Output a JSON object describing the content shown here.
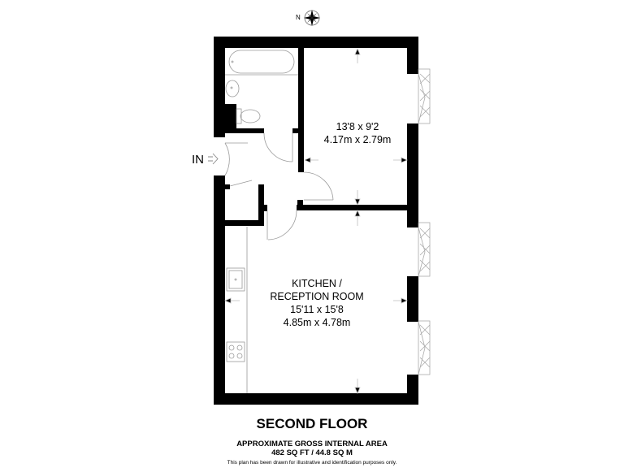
{
  "plan": {
    "floor_title": "SECOND FLOOR",
    "area_heading": "APPROXIMATE GROSS INTERNAL AREA",
    "area_value": "482 SQ FT / 44.8 SQ M",
    "disclaimer": "This plan has been drawn for illustrative and identification purposes only.",
    "entrance_label": "IN",
    "compass_label": "N",
    "wall_color": "#000000",
    "fixture_color": "#9a9a9a"
  },
  "rooms": {
    "bedroom": {
      "dims_imperial": "13'8 x 9'2",
      "dims_metric": "4.17m x 2.79m"
    },
    "kitchen_reception": {
      "name_line1": "KITCHEN /",
      "name_line2": "RECEPTION ROOM",
      "dims_imperial": "15'11 x 15'8",
      "dims_metric": "4.85m x 4.78m"
    },
    "bathroom": {
      "fixtures": [
        "bath",
        "basin",
        "toilet"
      ]
    },
    "kitchen_fixtures": [
      "sink",
      "hob"
    ]
  },
  "icons": {
    "compass": "compass-rose-icon",
    "entrance_arrow": "entrance-arrow-icon",
    "dimension_arrows": "dimension-arrow-icon"
  }
}
